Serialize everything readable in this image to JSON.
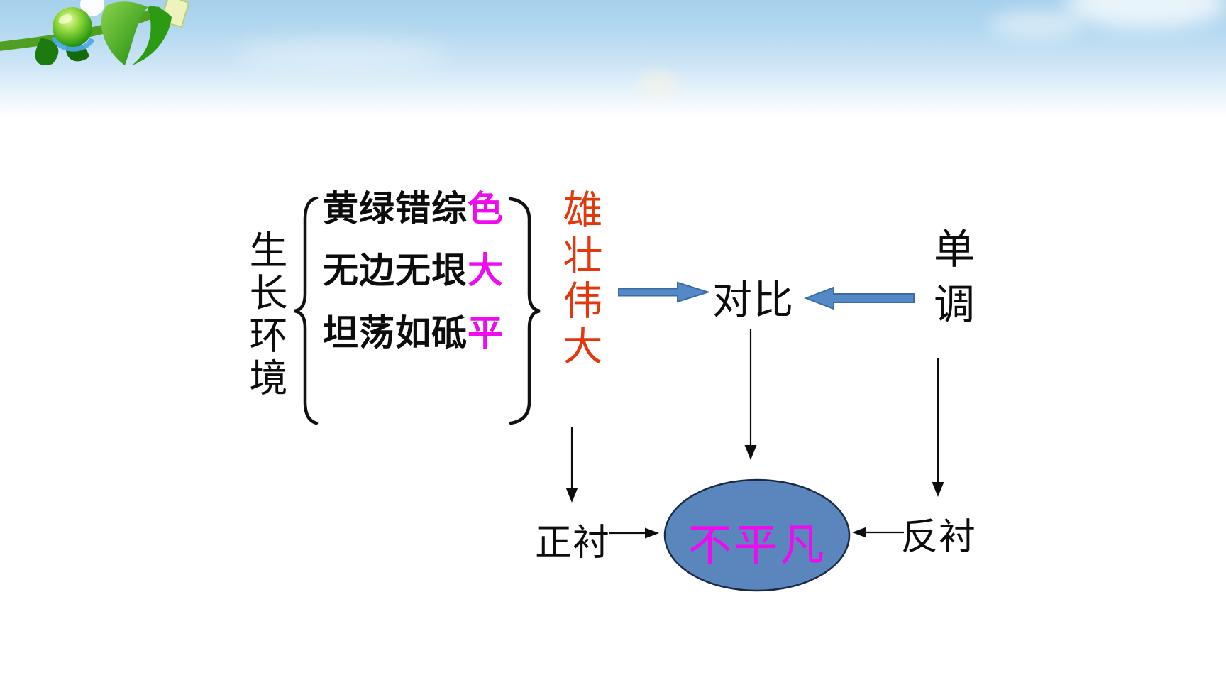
{
  "slide": {
    "decoration": "green-vine-leaf-dewdrop",
    "growth_env": {
      "label": "生长环境"
    },
    "features": [
      {
        "prefix": "黄绿错综",
        "highlight": "色"
      },
      {
        "prefix": "无边无垠",
        "highlight": "大"
      },
      {
        "prefix": "坦荡如砥",
        "highlight": "平"
      }
    ],
    "summary": {
      "label": "雄壮伟大"
    },
    "contrast": {
      "label": "对比"
    },
    "monotony": {
      "label": "单调"
    },
    "positive_foil": {
      "label": "正衬"
    },
    "negative_foil": {
      "label": "反衬"
    },
    "conclusion": {
      "label": "不平凡"
    },
    "colors": {
      "highlight": "#ee0cee",
      "summary_red": "#e2380e",
      "text_black": "#0d0d0d",
      "block_arrow_fill": "#5588c7",
      "block_arrow_border": "#3a6ba3",
      "ellipse_fill": "#5b86bd",
      "ellipse_border": "#1b2b45",
      "sky_blue": "#a6d0ec"
    }
  }
}
